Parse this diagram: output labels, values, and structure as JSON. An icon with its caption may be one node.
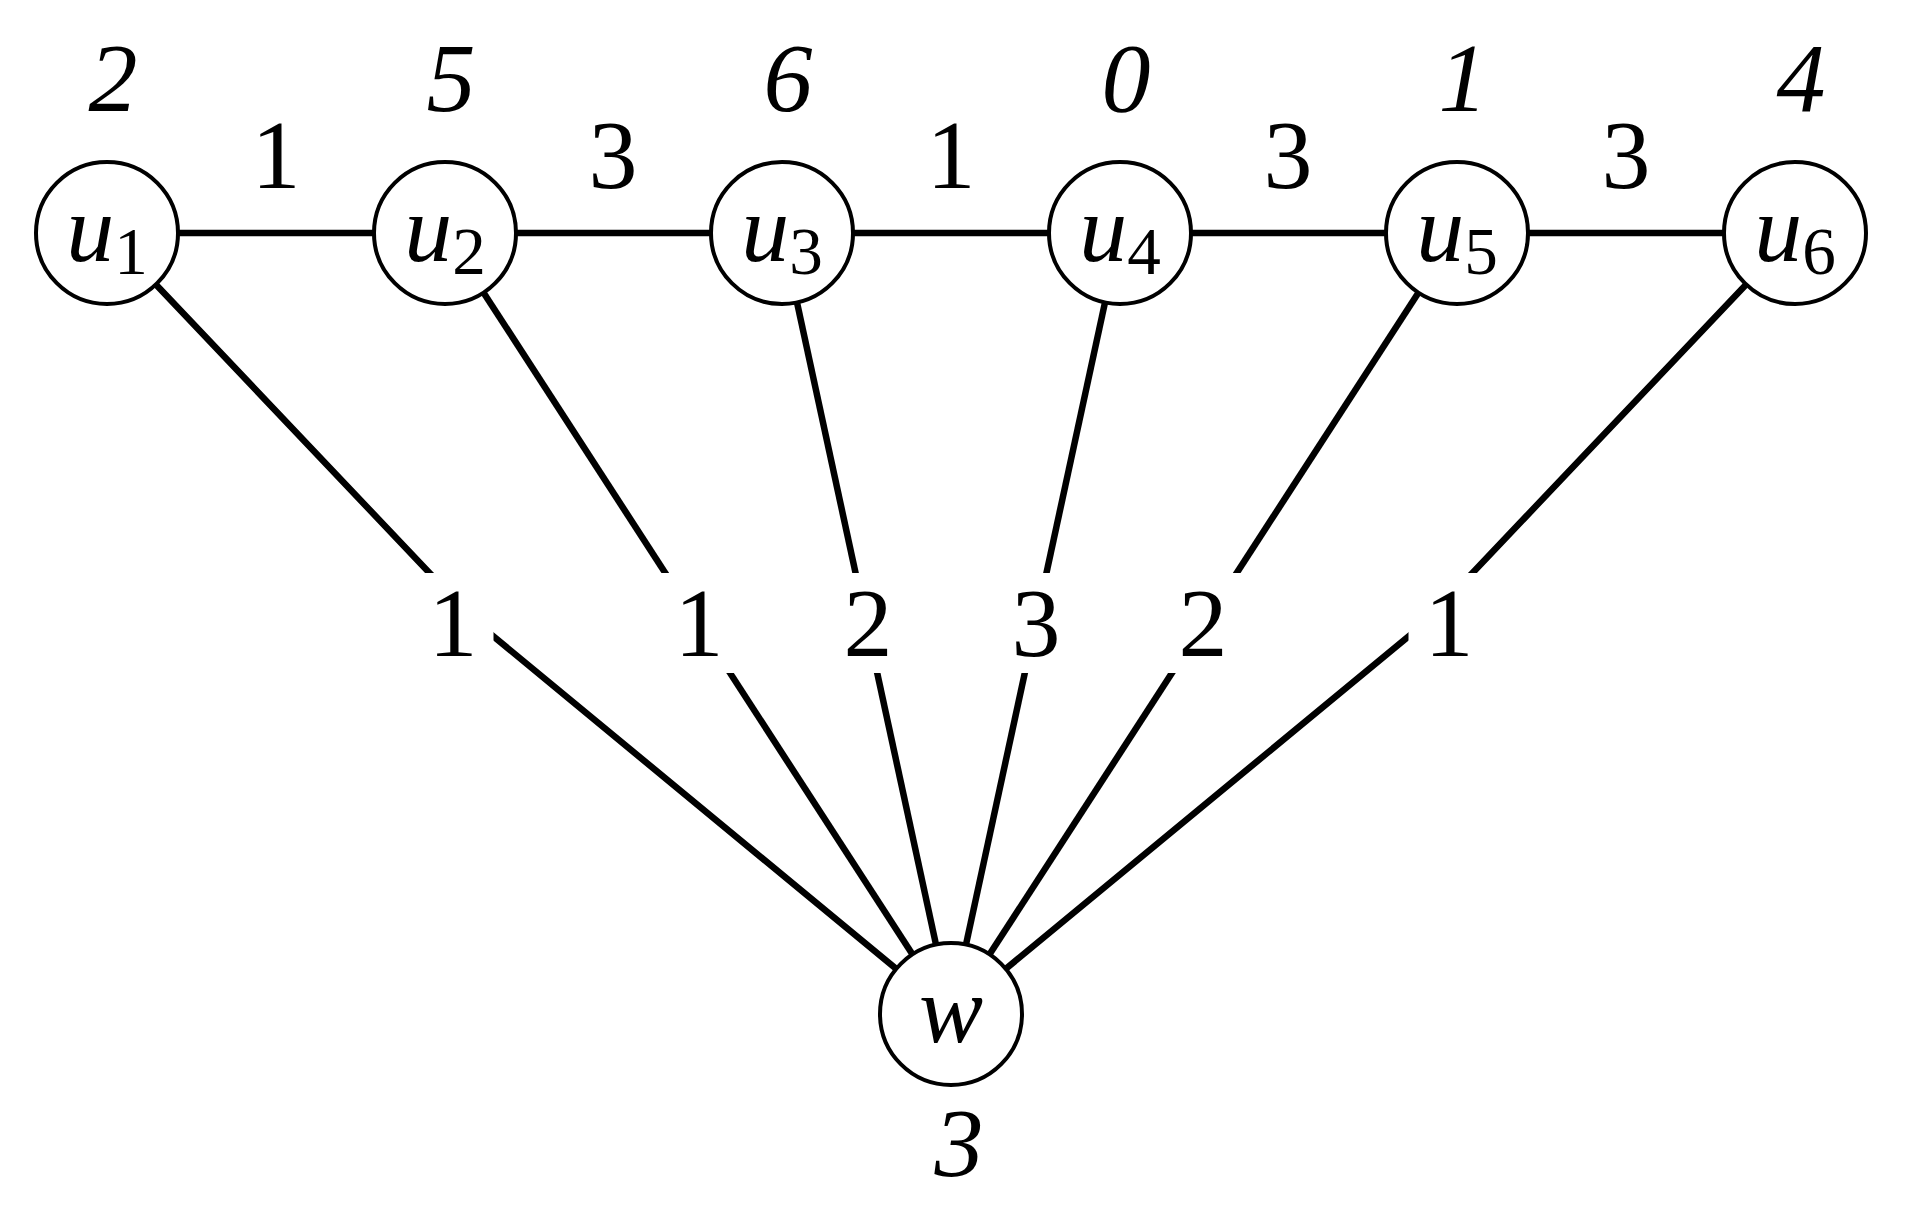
{
  "diagram": {
    "nodes": [
      {
        "text": [
          "u$_{1}$"
        ],
        "beside": [
          "2"
        ]
      },
      {
        "text": [
          "u$_{2}$"
        ],
        "beside": [
          "5"
        ]
      },
      {
        "text": [
          "u$_{3}$"
        ],
        "beside": [
          "6"
        ]
      },
      {
        "text": [
          "u$_{4}$"
        ],
        "beside": [
          "0"
        ]
      },
      {
        "text": [
          "u$_{5}$"
        ],
        "beside": [
          "1"
        ]
      },
      {
        "text": [
          "u$_{6}$"
        ],
        "beside": [
          "4"
        ]
      },
      {
        "text": [
          "w"
        ],
        "beside": [
          "3"
        ]
      }
    ],
    "edges": [
      {
        "from": 0,
        "to": 1,
        "arrow": "none",
        "label": "1"
      },
      {
        "from": 1,
        "to": 2,
        "arrow": "none",
        "label": "3"
      },
      {
        "from": 2,
        "to": 3,
        "arrow": "none",
        "label": "1"
      },
      {
        "from": 3,
        "to": 4,
        "arrow": "none",
        "label": "3"
      },
      {
        "from": 4,
        "to": 5,
        "arrow": "none",
        "label": "3"
      },
      {
        "from": 0,
        "to": 6,
        "arrow": "none",
        "label": "1"
      },
      {
        "from": 1,
        "to": 6,
        "arrow": "none",
        "label": "1"
      },
      {
        "from": 2,
        "to": 6,
        "arrow": "none",
        "label": "2"
      },
      {
        "from": 3,
        "to": 6,
        "arrow": "none",
        "label": "3"
      },
      {
        "from": 4,
        "to": 6,
        "arrow": "none",
        "label": "2"
      },
      {
        "from": 5,
        "to": 6,
        "arrow": "none",
        "label": "1"
      }
    ]
  }
}
